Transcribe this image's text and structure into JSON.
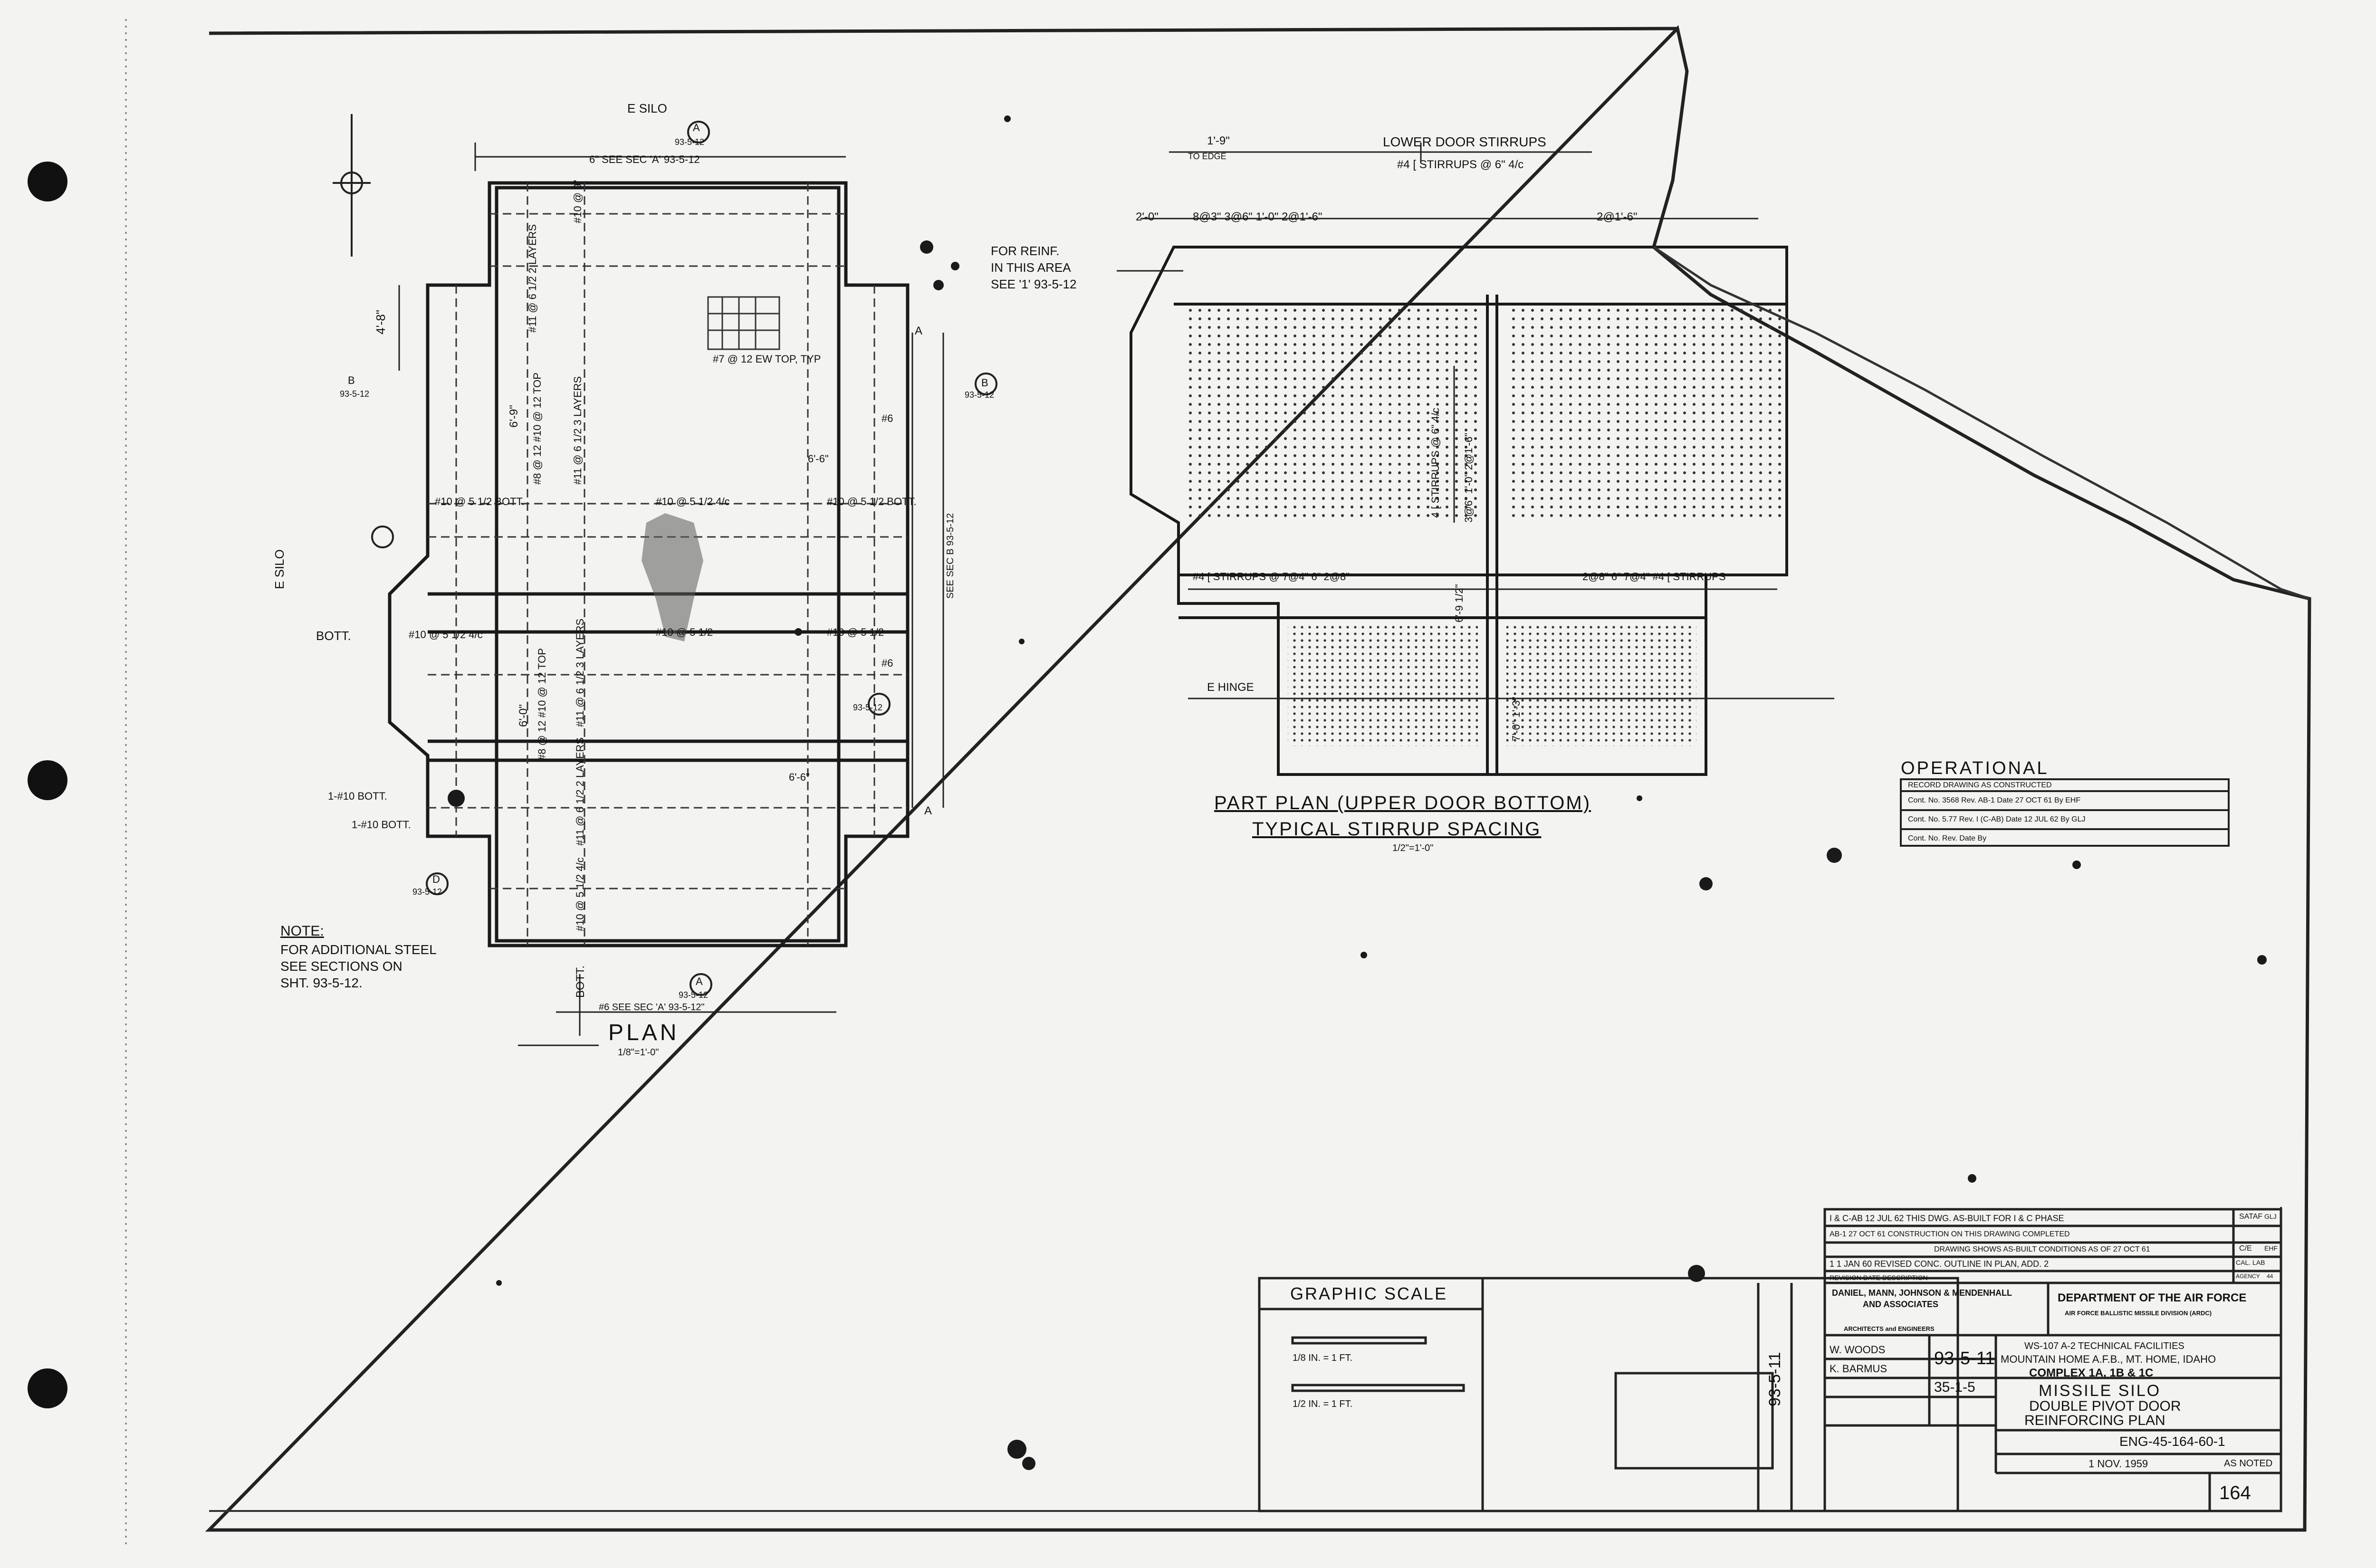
{
  "plan": {
    "esilo_top": "E SILO",
    "section_a_letter": "A",
    "section_a_sheet": "93-5-12",
    "see_sec_top": "6\" SEE SEC 'A' 93-5-12",
    "dim_4_8": "4'-8\"",
    "detail_b_sheet": "93-5-12",
    "detail_b_letter": "B",
    "detail_b2_sheet": "93-5-12",
    "detail_b2_letter": "B",
    "bar_7_12_ew": "#7 @ 12 EW TOP, TYP",
    "top_10_layers": "#11 @ 6 1/2 2 LAYERS",
    "top_10_9": "#10 @ 9\"",
    "mid_8_12": "#8 @ 12 #10 @ 12 TOP",
    "mid_11_3": "#11 @ 6 1/2 3 LAYERS",
    "dim_6_9": "6'-9\"",
    "dim_6_6a": "6'-6\"",
    "dim_6_6b": "6'-6\"",
    "bar_10_bott": "#10 @ 5 1/2 BOTT.",
    "bar_10_top1": "#10 @ 5 1/2",
    "bar_10_top2": "#10 @ 5 1/2 4/c",
    "bar_10_right": "#10 @ 5 1/2 BOTT.",
    "bar_10_right2": "#10 @ 5 1/2",
    "bar_10_left": "#10 @ 5 1/2 4/c",
    "bar_6": "#6",
    "bar_6b": "#6",
    "see_sec_b": "SEE SEC B 93-5-12",
    "esilo_left": "E SILO",
    "bott_left": "BOTT.",
    "low_8_12": "#8 @ 12 #10 @ 12 TOP",
    "low_11_3": "#11 @ 6 1/2 3 LAYERS",
    "dim_6_0": "6'-0\"",
    "bott_10_a": "1-#10 BOTT.",
    "bott_10_b": "1-#10 BOTT.",
    "detail_d_letter": "D",
    "detail_d_sheet": "93-5-12",
    "bott_11_2": "#11 @ 6 1/2 2 LAYERS",
    "bott_10_55": "#10 @ 5 1/2 4/c",
    "detail_c_sheet": "93-5-12",
    "bott_label": "BOTT.",
    "see_sec_bottom": "#6 SEE SEC 'A' 93-5-12\"",
    "section_a2_letter": "A",
    "section_a2_sheet": "93-5-12",
    "title": "PLAN",
    "scale": "1/8\"=1'-0\"",
    "marker_a": "A"
  },
  "note": {
    "heading": "NOTE:",
    "line1": "FOR ADDITIONAL STEEL",
    "line2": "SEE SECTIONS ON",
    "line3": "SHT. 93-5-12."
  },
  "part_plan": {
    "dim_1_9": "1'-9\"",
    "to_edge": "TO EDGE",
    "lower_door": "LOWER DOOR STIRRUPS",
    "stirrups_6": "#4 [ STIRRUPS @ 6\" 4/c",
    "dim_2_0": "2'-0\"",
    "spacing_top": "8@3\"  3@6\" 1'-0\"  2@1'-6\"",
    "spacing_right": "2@1'-6\"",
    "reinf_1": "FOR REINF.",
    "reinf_2": "IN THIS AREA",
    "reinf_3": "SEE '1' 93-5-12",
    "vert_stirrups": "4 [ STIRRUPS @ 6\" 4/c",
    "vert_dim": "3@6\" 1'-0\" 2@1'-6\"",
    "stirrups_left": "#4 [ STIRRUPS @ 7@4\" 6\" 2@8\"",
    "stirrups_right": "2@8\" 6\" 7@4\" #4 [ STIRRUPS",
    "dim_6_9_half": "6'-9 1/2\"",
    "hinge": "E HINGE",
    "dim_7_0": "7'-0\" 1'-3\"",
    "title_line1": "PART PLAN (UPPER DOOR BOTTOM)",
    "title_line2": "TYPICAL STIRRUP SPACING",
    "scale": "1/2\"=1'-0\""
  },
  "operational": {
    "heading": "OPERATIONAL",
    "record": "RECORD DRAWING AS CONSTRUCTED",
    "row1": "Cont. No. 3568   Rev. AB-1   Date 27 OCT 61 By EHF",
    "row2": "Cont. No. 5.77   Rev. I (C-AB)   Date 12 JUL 62 By GLJ",
    "row3": "Cont. No.   Rev.   Date   By"
  },
  "graphic_scale": {
    "heading": "GRAPHIC SCALE",
    "scale1": "1/8 IN. = 1 FT.",
    "scale2": "1/2 IN. = 1 FT."
  },
  "revisions": {
    "r1": "I & C-AB  12 JUL 62  THIS DWG. AS-BUILT FOR I & C PHASE",
    "r2": "AB-1  27 OCT 61  CONSTRUCTION ON THIS DRAWING COMPLETED",
    "r3": "DRAWING SHOWS AS-BUILT CONDITIONS AS OF 27 OCT 61",
    "r4": "1  1 JAN 60  REVISED CONC. OUTLINE IN PLAN, ADD. 2",
    "header": "REVISION   DATE   DESCRIPTION",
    "satf": "SATAF",
    "satf_init": "GLJ",
    "ce": "C/E",
    "ce_init": "EHF",
    "cal": "CAL. LAB",
    "agency": "AGENCY",
    "agency_val": "44"
  },
  "title_block": {
    "firm1": "DANIEL, MANN, JOHNSON & MENDENHALL",
    "firm2": "AND ASSOCIATES",
    "firm3": "ARCHITECTS and ENGINEERS",
    "dept": "DEPARTMENT OF THE AIR FORCE",
    "division": "AIR FORCE BALLISTIC MISSILE DIVISION (ARDC)",
    "facility": "WS-107 A-2 TECHNICAL FACILITIES",
    "location": "MOUNTAIN HOME A.F.B., MT. HOME, IDAHO",
    "complex": "COMPLEX 1A, 1B & 1C",
    "drawn": "W. WOODS",
    "checked": "K. BARMUS",
    "sheet_no": "93-5-11",
    "sheet_no2": "35-1-5",
    "title1": "MISSILE SILO",
    "title2": "DOUBLE PIVOT DOOR",
    "title3": "REINFORCING PLAN",
    "eng": "ENG-45-164-60-1",
    "date": "1 NOV. 1959",
    "scale": "AS NOTED",
    "number": "164",
    "side_label": "93-5-11"
  }
}
